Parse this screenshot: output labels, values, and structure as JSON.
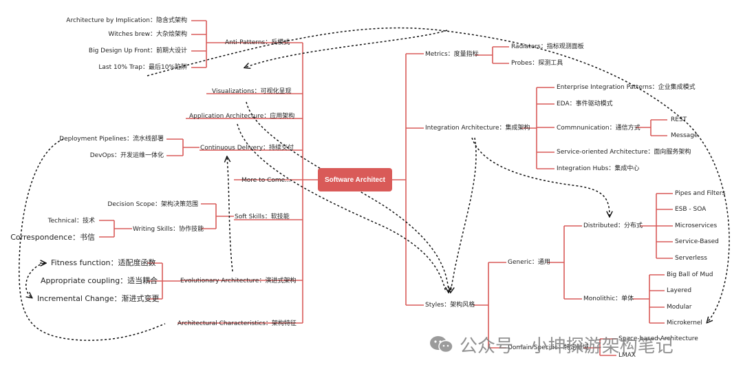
{
  "center": "Software Architect",
  "colors": {
    "line": "#d95a58",
    "center": "#d95a58",
    "dashed": "#111111",
    "watermark": "#7d7d7d"
  },
  "left": {
    "anti_patterns": {
      "label": "Anti-Patterns：反模式",
      "children": [
        "Architecture by Implication：隐含式架构",
        "Witches brew：大杂烩架构",
        "Big Design Up Front：前期大设计",
        "Last 10% Trap：最后10%陷阱"
      ]
    },
    "visualizations": "Visualizations：可视化呈现",
    "application_architecture": "Application Architecture：应用架构",
    "continuous_delivery": {
      "label": "Continuous Delivery：持续交付",
      "children": [
        "Deployment Pipelines：流水线部署",
        "DevOps：开发运维一体化"
      ]
    },
    "more_to_come": "More to Come...",
    "soft_skills": {
      "label": "Soft Skills：软技能",
      "decision_scope": "Decision Scope：架构决策范围",
      "writing_skills": {
        "label": "Writing Skills：协作技能",
        "children": [
          "Technical：技术",
          "Correspondence：书信"
        ]
      }
    },
    "evolutionary_architecture": {
      "label": "Evolutionary Architecture：演进式架构",
      "children": [
        "Fitness function：适配度函数",
        "Appropriate coupling：适当耦合",
        "Incremental Change：渐进式变更"
      ]
    },
    "architectural_characteristics": "Architectural Characteristics：架构特征"
  },
  "right": {
    "metrics": {
      "label": "Metrics：度量指标",
      "children": [
        "Radiators：指标观测面板",
        "Probes：探测工具"
      ]
    },
    "integration_architecture": {
      "label": "Integration Architecture：集成架构",
      "children": [
        "Enterprise Integration Patterns：企业集成模式",
        "EDA：事件驱动模式",
        "Commnunication：通信方式",
        "Service-oriented Architecture：面向服务架构",
        "Integration Hubs：集成中心"
      ],
      "communication": [
        "REST",
        "Message"
      ]
    },
    "styles": {
      "label": "Styles：架构风格",
      "generic": {
        "label": "Generic：通用",
        "distributed": {
          "label": "Distributed：分布式",
          "children": [
            "Pipes and Filters",
            "ESB - SOA",
            "Microservices",
            "Service-Based",
            "Serverless"
          ]
        },
        "monolithic": {
          "label": "Monolithic：单体",
          "children": [
            "Big Ball of Mud",
            "Layered",
            "Modular",
            "Microkernel"
          ]
        }
      },
      "domain_specific": {
        "label": "Domain Specific：特定领域",
        "children": [
          "Space-based Architecture",
          "LMAX"
        ]
      }
    }
  },
  "watermark": "公众号 · 小坤探游架构笔记"
}
